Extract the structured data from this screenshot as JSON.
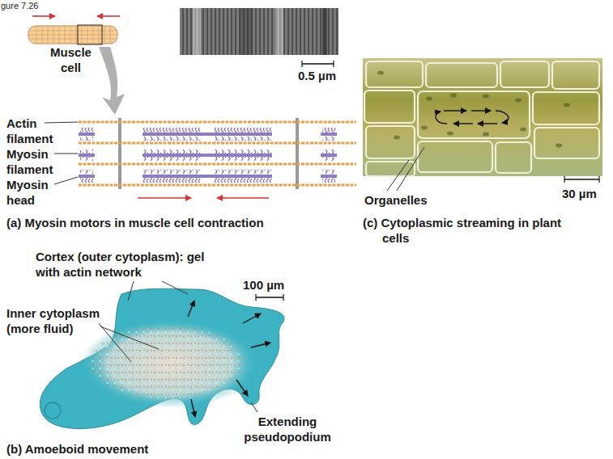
{
  "diagram": {
    "labels": [
      "gure 7.26",
      "Muscle cell",
      "0.5 µm",
      "Actin filament",
      "Myosin filament",
      "Myosin head",
      "(a) Myosin motors in muscle cell contraction",
      "Organelles",
      "30 µm",
      "(c) Cytoplasmic streaming in plant cells",
      "Cortex (outer cytoplasm): gel with actin network",
      "100 µm",
      "Inner cytoplasm (more fluid)",
      "Extending pseudopodium",
      "(b) Amoeboid movement"
    ]
  }
}
